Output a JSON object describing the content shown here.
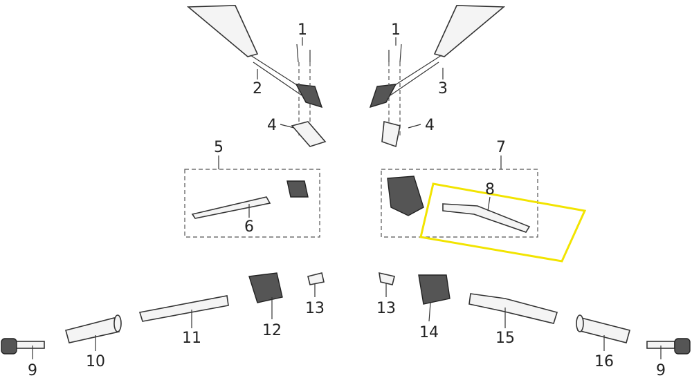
{
  "diagram": {
    "labels": {
      "bolt_left": "1",
      "bolt_right": "1",
      "mirror_left": "2",
      "mirror_right": "3",
      "gasket_left": "4",
      "gasket_right": "4",
      "clutch_assembly": "5",
      "clutch_lever": "6",
      "brake_assembly": "7",
      "brake_lever": "8",
      "bar_end_left": "9",
      "bar_end_right": "9",
      "grip_left": "10",
      "throttle_tube_left": "11",
      "switch_left": "12",
      "collar_left": "13",
      "collar_right": "13",
      "switch_right": "14",
      "throttle_tube_right": "15",
      "grip_right": "16"
    },
    "highlight_color": "#f2e400"
  }
}
